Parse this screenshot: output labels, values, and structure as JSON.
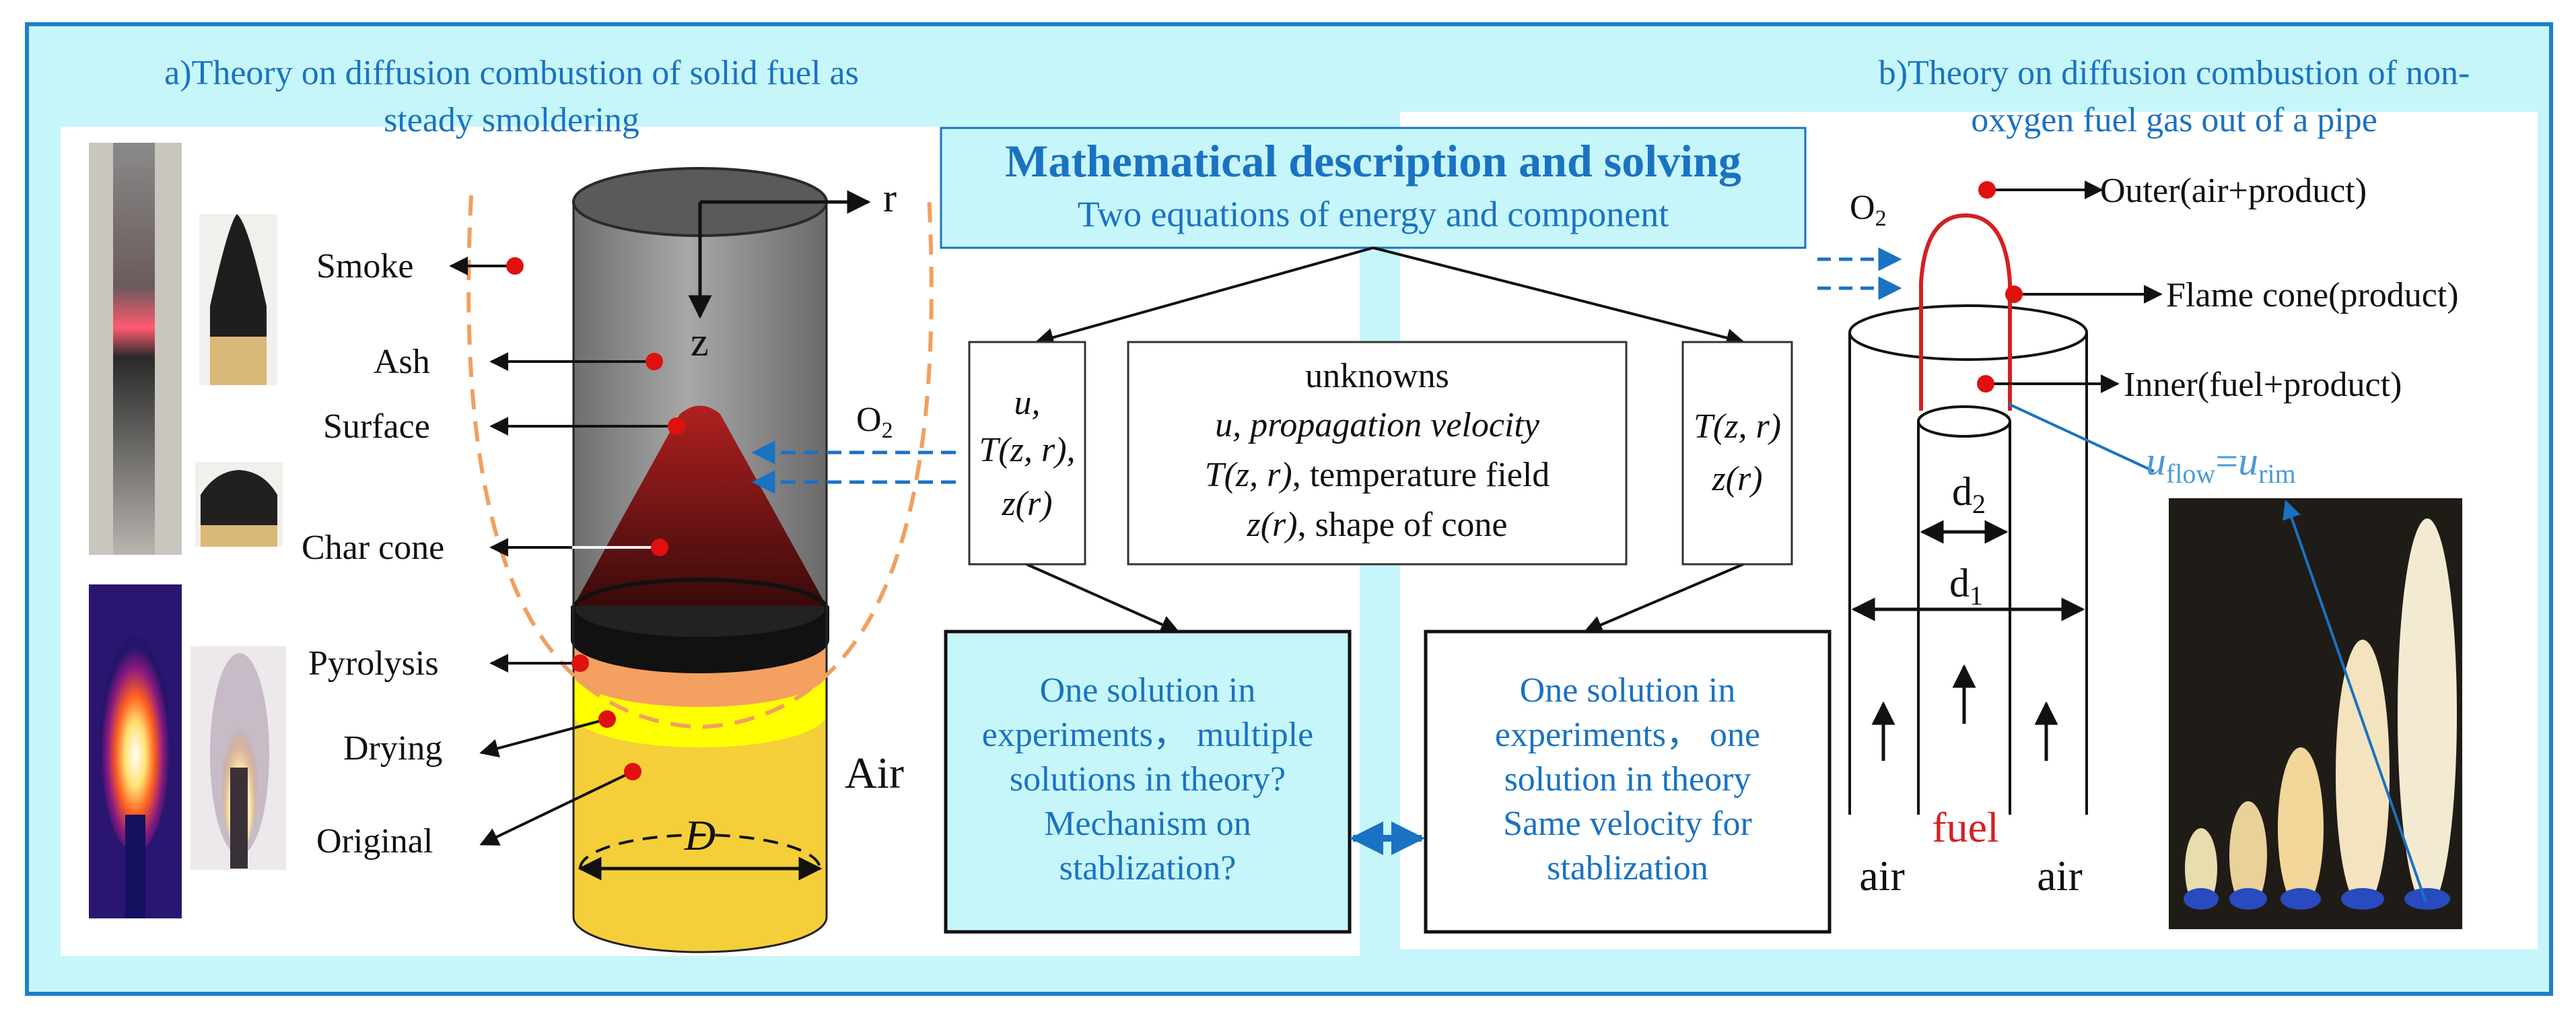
{
  "panel_a": {
    "title_line1": "a)Theory on diffusion combustion of solid fuel as",
    "title_line2": "steady smoldering",
    "labels": {
      "smoke": "Smoke",
      "ash": "Ash",
      "surface": "Surface",
      "char_cone": "Char cone",
      "pyrolysis": "Pyrolysis",
      "drying": "Drying",
      "original": "Original"
    },
    "axis_r": "r",
    "axis_z": "z",
    "o2": "O",
    "o2_sub": "2",
    "air": "Air",
    "diameter": "D"
  },
  "center": {
    "heading": "Mathematical description and solving",
    "subheading": "Two equations of energy and component",
    "left_box": [
      "u,",
      "T(z, r),",
      "z(r)"
    ],
    "unknowns_box": {
      "line1": "unknowns",
      "line2": "u, propagation velocity",
      "line3_italic": "T(z, r)",
      "line3_rest": ", temperature field",
      "line4_italic": "z(r)",
      "line4_rest": ", shape of cone"
    },
    "right_box": [
      "T(z, r)",
      "z(r)"
    ],
    "solution_left": [
      "One solution in",
      "experiments， multiple",
      "solutions in theory?",
      "Mechanism on",
      "stablization?"
    ],
    "solution_right": [
      "One solution in",
      "experiments， one",
      "solution in theory",
      "Same velocity for",
      "stablization"
    ]
  },
  "panel_b": {
    "title_line1": "b)Theory on diffusion combustion of non-",
    "title_line2": "oxygen fuel gas out of a pipe",
    "o2": "O",
    "o2_sub": "2",
    "outer": "Outer(air+product)",
    "flame_cone": "Flame cone(product)",
    "inner": "Inner(fuel+product)",
    "u_flow": "u",
    "u_flow_sub": "flow",
    "equals": "=",
    "u_rim": "u",
    "u_rim_sub": "rim",
    "d2": "d",
    "d2_sub": "2",
    "d1": "d",
    "d1_sub": "1",
    "fuel": "fuel",
    "air_left": "air",
    "air_right": "air"
  },
  "colors": {
    "background": "#c6f6fa",
    "frame": "#1f7fc8",
    "title_blue": "#1a72c2",
    "marker_red": "#e01010",
    "flame_red": "#d42020",
    "char_dark": "#5a1414",
    "ash_gray": "#8a8a8a",
    "pyrolysis_orange": "#f4a060",
    "drying_yellow": "#ffff00",
    "original_gold": "#f4cf3a"
  }
}
